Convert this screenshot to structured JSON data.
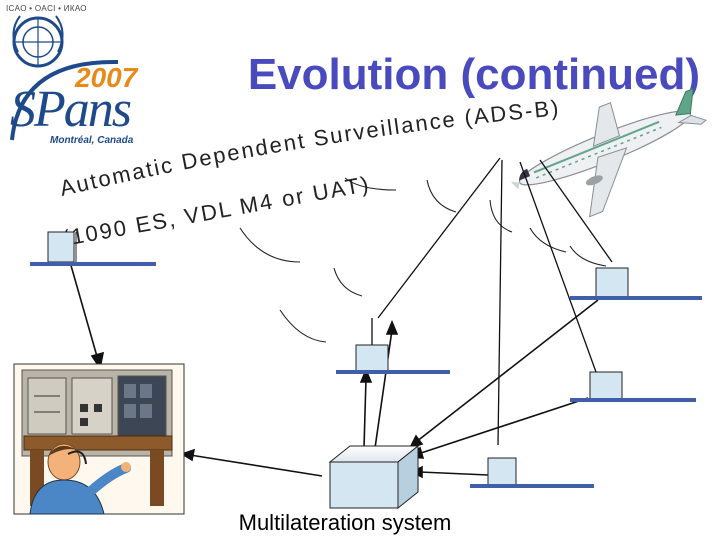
{
  "slide": {
    "title": "Evolution (continued)",
    "caption": "Multilateration system",
    "arc_line1": "Automatic Dependent Surveillance (ADS-B)",
    "arc_line2": "(1090 ES, VDL M4 or UAT))"
  },
  "logo": {
    "org_text": "ICAO • OACI • ИКАО",
    "name": "SPans",
    "year": "2007",
    "city": "Montréal, Canada"
  },
  "colors": {
    "title": "#4a4abf",
    "arc_text": "#222222",
    "station_fill": "#d4e6f2",
    "base_line": "#3f5fa8",
    "plane_body": "#eef0f2",
    "plane_accent": "#5fa58a",
    "logo_blue": "#1e4a8c",
    "logo_orange": "#e88a1a"
  },
  "icons": [
    "plane-icon",
    "ground-station-icon",
    "central-processor-icon",
    "controller-illustration",
    "un-emblem-icon"
  ]
}
